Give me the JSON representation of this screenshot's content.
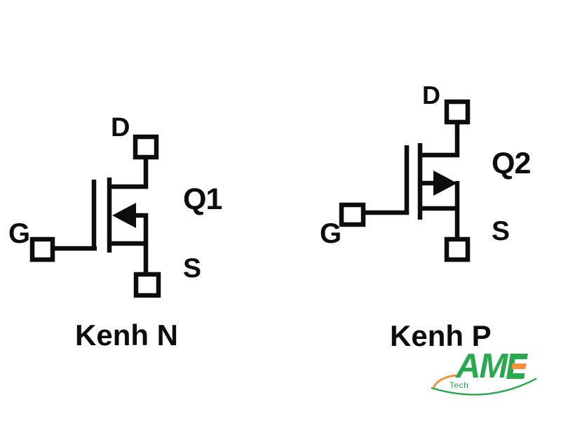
{
  "diagram": {
    "left_mosfet": {
      "designator": "Q1",
      "caption": "Kenh N",
      "drain_label": "D",
      "gate_label": "G",
      "source_label": "S"
    },
    "right_mosfet": {
      "designator": "Q2",
      "caption": "Kenh P",
      "drain_label": "D",
      "gate_label": "G",
      "source_label": "S"
    },
    "line_color": "#0d0d0d"
  },
  "logo": {
    "brand": "AME",
    "brand_am": "AM",
    "sub": "Tech",
    "green": "#2aa84e",
    "orange": "#f6913b"
  }
}
